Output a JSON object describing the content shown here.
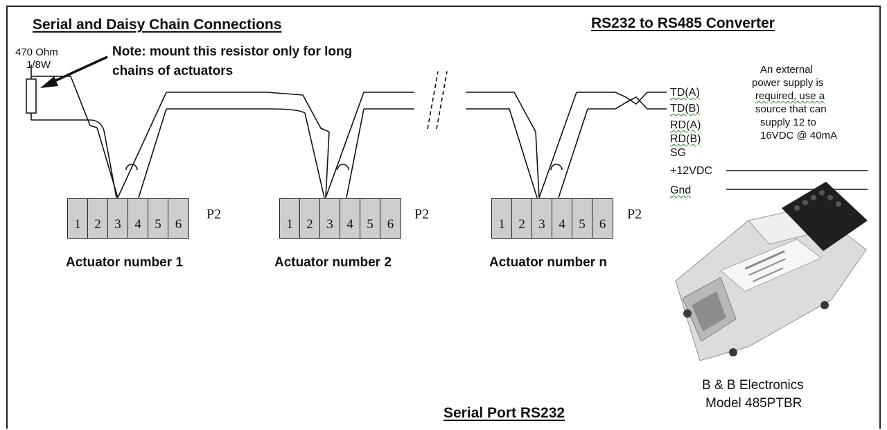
{
  "title_left": "Serial and Daisy Chain Connections",
  "title_right": "RS232 to RS485 Converter",
  "title_bottom": "Serial Port RS232",
  "resistor": {
    "value": "470 Ohm",
    "power": "1/8W"
  },
  "note": {
    "line1": "Note: mount this resistor only for long",
    "line2": "chains of actuators"
  },
  "signals": {
    "td_a": "TD(A)",
    "td_b": "TD(B)",
    "rd_a": "RD(A)",
    "rd_b": "RD(B)",
    "sg": "SG",
    "vdc": "+12VDC",
    "gnd": "Gnd"
  },
  "power_note": {
    "line1": "An external",
    "line2": "power supply is",
    "line3": "required, use a",
    "line4": "source that can",
    "line5": "supply 12 to",
    "line6": "16VDC @ 40mA"
  },
  "actuators": [
    {
      "label": "Actuator number 1",
      "connector": "P2",
      "terminals": [
        "1",
        "2",
        "3",
        "4",
        "5",
        "6"
      ]
    },
    {
      "label": "Actuator number 2",
      "connector": "P2",
      "terminals": [
        "1",
        "2",
        "3",
        "4",
        "5",
        "6"
      ]
    },
    {
      "label": "Actuator number n",
      "connector": "P2",
      "terminals": [
        "1",
        "2",
        "3",
        "4",
        "5",
        "6"
      ]
    }
  ],
  "vendor": {
    "line1": "B & B Electronics",
    "line2": "Model 485PTBR"
  }
}
